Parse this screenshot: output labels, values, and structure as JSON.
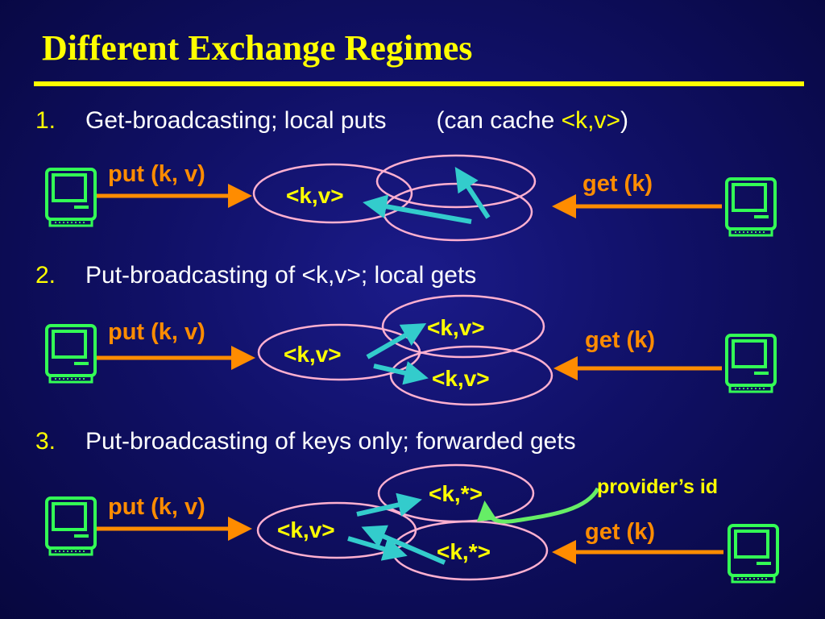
{
  "title": "Different Exchange Regimes",
  "colors": {
    "background": "#101066",
    "title": "#ffff00",
    "text": "#ffffff",
    "put_get": "#ff8c00",
    "message_arrow": "#33cccc",
    "node_outline": "#ffb0d0",
    "computer": "#33ff55",
    "provider_arrow": "#66ee66"
  },
  "items": [
    {
      "number": "1.",
      "text": "Get-broadcasting; local puts",
      "note_prefix": "(can cache ",
      "note_kv": "<k,v>",
      "note_suffix": ")"
    },
    {
      "number": "2.",
      "text": "Put-broadcasting of <k,v>; local gets"
    },
    {
      "number": "3.",
      "text": "Put-broadcasting of keys only; forwarded gets"
    }
  ],
  "diagrams": [
    {
      "put_label": "put (k, v)",
      "get_label": "get (k)",
      "local_node": "<k,v>",
      "upper_node": "",
      "lower_node": "",
      "extra_label": ""
    },
    {
      "put_label": "put (k, v)",
      "get_label": "get (k)",
      "local_node": "<k,v>",
      "upper_node": "<k,v>",
      "lower_node": "<k,v>",
      "extra_label": ""
    },
    {
      "put_label": "put (k, v)",
      "get_label": "get (k)",
      "local_node": "<k,v>",
      "upper_node": "<k,*>",
      "lower_node": "<k,*>",
      "extra_label": "provider’s id"
    }
  ],
  "icons": {
    "computer": "computer-icon"
  }
}
